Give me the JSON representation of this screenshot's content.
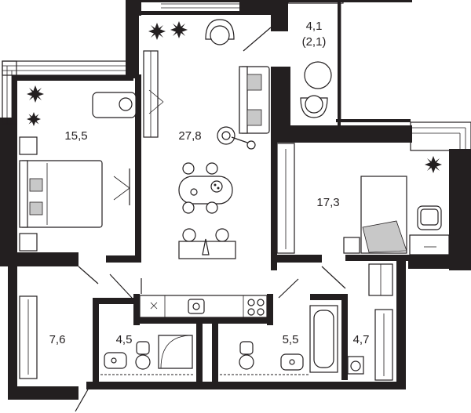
{
  "rooms": [
    {
      "id": "balcony-top",
      "area": "4,1",
      "sub": "(2,1)"
    },
    {
      "id": "bedroom",
      "area": "15,5"
    },
    {
      "id": "living",
      "area": "27,8"
    },
    {
      "id": "bedroom-2",
      "area": "17,3"
    },
    {
      "id": "hall",
      "area": "7,6"
    },
    {
      "id": "bathroom-1",
      "area": "4,5"
    },
    {
      "id": "bathroom-2",
      "area": "5,5"
    },
    {
      "id": "laundry",
      "area": "4,7"
    }
  ],
  "colors": {
    "wall": "#231f20",
    "background": "#ffffff"
  }
}
